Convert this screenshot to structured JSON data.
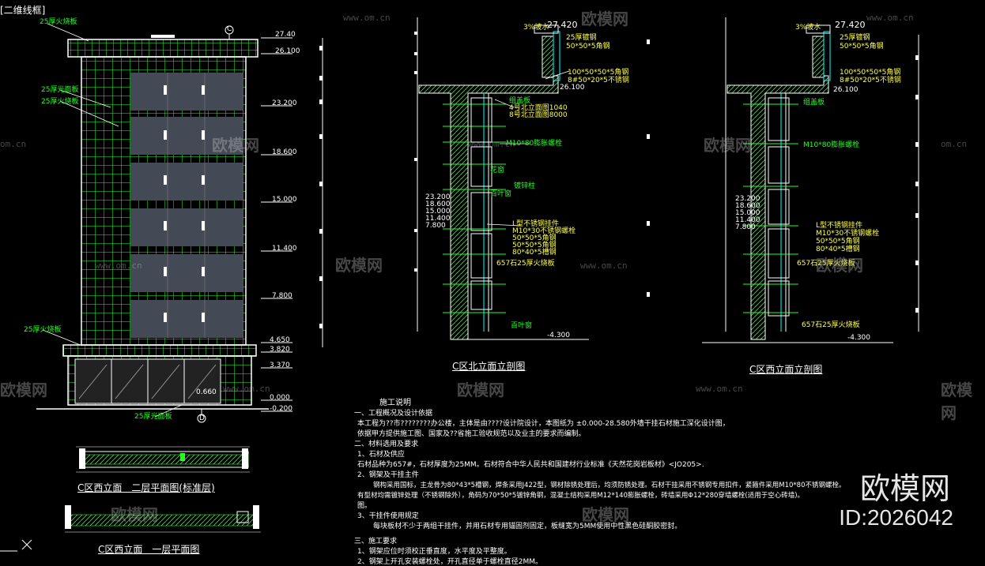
{
  "viewport_label": "[二维线框]",
  "colors": {
    "green": "#22ff22",
    "white": "#ffffff",
    "cyan": "#00ffff",
    "gray": "#444a55",
    "yellow": "#ffff44"
  },
  "titles": {
    "north_section": "C区北立面立剖图",
    "west_section": "C区西立面立剖图",
    "plan_standard": "C区西立面　二层平面图(标准层)",
    "plan_first": "C区西立面　一层平面图"
  },
  "elevation_levels": [
    "27.40",
    "26.100",
    "23.200",
    "18.600",
    "15.000",
    "11.400",
    "7.800",
    "4.650",
    "3.820",
    "3.370",
    "0.000",
    "-0.200"
  ],
  "elevation_labels": {
    "top": "25厚火烧板",
    "a": "25厚光面板",
    "b": "25厚火烧板",
    "c": "25厚火烧板",
    "bottom": "25厚光面板",
    "grid_c": "C",
    "grid_d": "D",
    "door_level": "0.660"
  },
  "north_labels": {
    "top_level": "27.420",
    "mid_level": "26.100",
    "bottom_level": "-4.300",
    "l1": "3%坡水",
    "l2": "25厚镀钢",
    "l3": "50*50*5角钢",
    "l4": "100*50*50*5角钢",
    "l5": "8#50*20*5不锈钢",
    "l6": "组盖板",
    "l7": "4号北立面图1040",
    "l8": "8号北立面图8000",
    "l9": "M10*80膨胀螺栓",
    "l10": "花窗",
    "l11": "百叶窗",
    "l12": "镀锌柱",
    "l13": "L型不锈钢挂件",
    "l14": "M10*30不锈钢螺栓",
    "l15": "50*50*5角钢",
    "l16": "50*50*5角钢",
    "l17": "80*40*5槽钢",
    "l18": "657石25厚火烧板",
    "l19": "百叶窗",
    "lv1": "23.200",
    "lv2": "18.600",
    "lv3": "15.000",
    "lv4": "11.400",
    "lv5": "7.800"
  },
  "west_labels": {
    "top_level": "27.420",
    "mid_level": "26.100",
    "bottom_level": "-4.300",
    "l1": "3%坡水",
    "l2": "25厚镀钢",
    "l3": "50*50*5角钢",
    "l4": "100*50*50*5角钢",
    "l5": "8#50*20*5不锈钢",
    "l6": "组盖板",
    "l7": "M10*80膨胀螺栓",
    "l8": "L型不锈钢挂件",
    "l9": "M10*30不锈钢螺栓",
    "l10": "50*50*5角钢",
    "l11": "80*40*5槽钢",
    "l12": "657石25厚火烧板",
    "l13": "657石25厚火烧板",
    "lv1": "23.200",
    "lv2": "18.600",
    "lv3": "15.000",
    "lv4": "11.400",
    "lv5": "7.800"
  },
  "notes": {
    "heading": "施工说明",
    "lines": [
      "一、工程概况及设计依据",
      "本工程为??市????????办公楼，主体是由????设计院设计，本图纸为 ±0.000-28.580外墙干挂石材施工深化设计图，",
      "依据甲方提供施工图、国家及??省施工验收规范以及业主的要求而编制。",
      "二、材料选用及要求",
      "1、石材及供应",
      "石材品种为657#，石材厚度为25MM。石材符合中华人民共和国建材行业标准《天然花岗岩板材》<JO205>.",
      "2、钢架及干挂主件",
      "钢构采用国标，主龙骨为80*43*5槽钢，焊条采用J422型，钢材除锈处理后，均须防锈处理。石材干挂采用不锈钢专用扣件，紧箍件采用M10*80不锈钢螺栓。",
      "有型材均需镀锌处理（不锈钢除外），角码为70*50*5镀锌角钢，混凝土结构采用M12*140膨胀螺栓，砖墙采用Φ12*280穿墙螺栓(适用于空心砖墙)。",
      "图。",
      "3、干挂件使用规定",
      "每块板材不少于两组干挂件，并用石材专用锚固剂固定，板缝宽为5MM使用中性黑色硅酮胶密封。",
      "三、施工要求",
      "1、钢架应位时须校正垂直度，水平度及平整度。",
      "2、钢架上开孔安装螺栓处，开孔直径单于螺栓直径2MM。"
    ]
  },
  "watermark": {
    "brand_cn": "欧模网",
    "url": "www.om.cn",
    "url_short": "om.cn",
    "brand_big": "欧模网",
    "id_text": "ID:2026042"
  }
}
